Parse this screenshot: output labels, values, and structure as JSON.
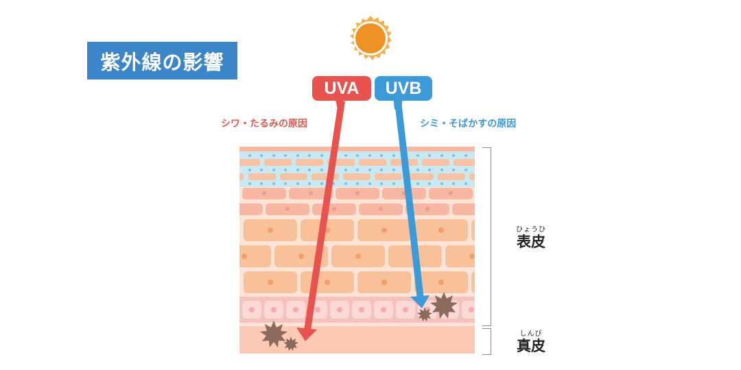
{
  "title": "紫外線の影響",
  "rays": [
    {
      "id": "uva",
      "label": "UVA",
      "cause": "シワ・たるみの原因",
      "color": "#e85350"
    },
    {
      "id": "uvb",
      "label": "UVB",
      "cause": "シミ・そばかすの原因",
      "color": "#3d9ad8"
    }
  ],
  "layers": [
    {
      "id": "epidermis",
      "ruby": "ひょうひ",
      "name": "表皮"
    },
    {
      "id": "dermis",
      "ruby": "しんぴ",
      "name": "真皮"
    }
  ],
  "colors": {
    "title_bg": "#3a86c8",
    "sun": "#ef9226",
    "sun_rays": "#f3b049",
    "damage_spot": "#8a6a5c",
    "stratum_corneum_bg": "#c9e8ef",
    "dermis": "#fbc9b4"
  }
}
